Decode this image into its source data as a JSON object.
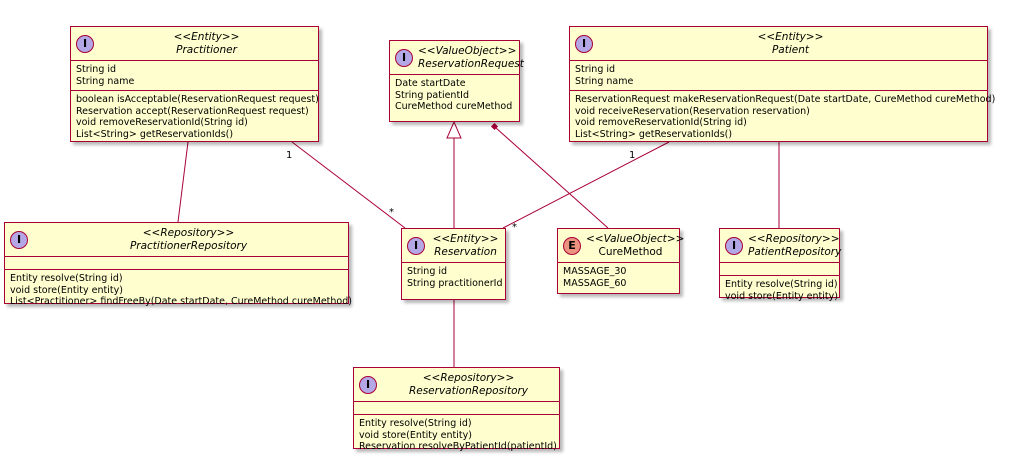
{
  "classes": {
    "practitioner": {
      "badge": "I",
      "stereotype": "<<Entity>>",
      "name": "Practitioner",
      "fields": [
        "String id",
        "String name"
      ],
      "methods": [
        "boolean isAcceptable(ReservationRequest request)",
        "Reservation accept(ReservationRequest request)",
        "void removeReservationId(String id)",
        "List<String> getReservationIds()"
      ]
    },
    "reservation_request": {
      "badge": "I",
      "stereotype": "<<ValueObject>>",
      "name": "ReservationRequest",
      "fields": [
        "Date startDate",
        "String patientId",
        "CureMethod cureMethod"
      ]
    },
    "patient": {
      "badge": "I",
      "stereotype": "<<Entity>>",
      "name": "Patient",
      "fields": [
        "String id",
        "String name"
      ],
      "methods": [
        "ReservationRequest makeReservationRequest(Date startDate, CureMethod cureMethod)",
        "void receiveReservation(Reservation reservation)",
        "void removeReservationId(String id)",
        "List<String> getReservationIds()"
      ]
    },
    "practitioner_repository": {
      "badge": "I",
      "stereotype": "<<Repository>>",
      "name": "PractitionerRepository",
      "methods": [
        "Entity resolve(String id)",
        "void store(Entity entity)",
        "List<Practitioner> findFreeBy(Date startDate, CureMethod cureMethod)"
      ]
    },
    "reservation": {
      "badge": "I",
      "stereotype": "<<Entity>>",
      "name": "Reservation",
      "fields": [
        "String id",
        "String practitionerId"
      ]
    },
    "cure_method": {
      "badge": "E",
      "stereotype": "<<ValueObject>>",
      "name": "CureMethod",
      "fields": [
        "MASSAGE_30",
        "MASSAGE_60"
      ]
    },
    "patient_repository": {
      "badge": "I",
      "stereotype": "<<Repository>>",
      "name": "PatientRepository",
      "methods": [
        "Entity resolve(String id)",
        "void store(Entity entity)"
      ]
    },
    "reservation_repository": {
      "badge": "I",
      "stereotype": "<<Repository>>",
      "name": "ReservationRepository",
      "methods": [
        "Entity resolve(String id)",
        "void store(Entity entity)",
        "Reservation resolveByPatientId(patientId)"
      ]
    }
  },
  "multiplicities": {
    "practitioner_one": "1",
    "practitioner_many": "*",
    "patient_one": "1",
    "patient_many": "*"
  },
  "colors": {
    "class_fill": "#fefece",
    "class_border": "#a80036",
    "interface_badge": "#b4a7e5",
    "enum_badge": "#eb937f"
  }
}
